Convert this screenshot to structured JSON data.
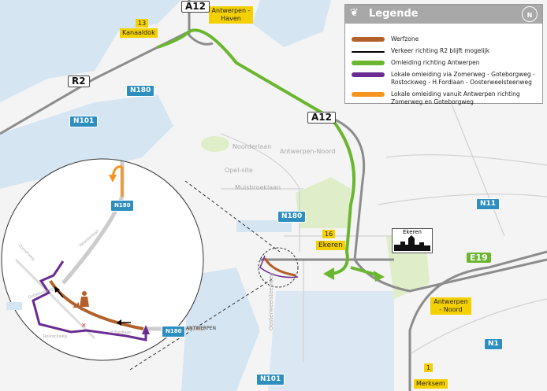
{
  "legend": {
    "title": "Legende",
    "north": "N",
    "items": [
      {
        "label": "Werfzone",
        "color": "#b5602b"
      },
      {
        "label": "Verkeer richting R2 blijft mogelijk",
        "color": "#000000"
      },
      {
        "label": "Omleiding richting Antwerpen",
        "color": "#6ab72f"
      },
      {
        "label": "Lokale omleiding via Zomerweg - Goteborgweg - Rostockweg - H.Fordlaan - Oosterweelsteenweg",
        "color": "#6a2c91"
      },
      {
        "label": "Lokale omleiding vanuit Antwerpen richting Zomerweg en Goteborgweg",
        "color": "#f7941d"
      }
    ]
  },
  "exits": {
    "kanaaldok_num": "13",
    "kanaaldok": "Kanaaldok",
    "haven": "Antwerpen - Haven",
    "ekeren_num": "16",
    "ekeren": "Ekeren",
    "noord": "Antwerpen - Noord",
    "merksem_num": "1",
    "merksem": "Merksem"
  },
  "shields": {
    "a12_top": "A12",
    "a12_mid": "A12",
    "r2": "R2",
    "n180_a": "N180",
    "n180_b": "N180",
    "n101_a": "N101",
    "n101_b": "N101",
    "n11": "N11",
    "n1": "N1",
    "e19": "E19",
    "inset_n180_a": "N180",
    "inset_n180_b": "N180"
  },
  "streets": {
    "noorderlaan": "Noorderlaan",
    "station": "Antwerpen-Noord",
    "opel": "Opel-site",
    "muisbroeklaan": "Muisbroeklaan",
    "oosterweel": "Oosterweelsteenweg",
    "inset_antwerpen": "ANTWERPEN",
    "inset_fordlaan": "H.Fordlaan",
    "inset_noorderlaan": "Noorderlaan",
    "inset_zomerweg": "Zomerweg",
    "inset_rostockweg": "Rostockweg",
    "inset_goteborgweg": "Goteborgweg"
  },
  "sign": {
    "town": "Ekeren"
  },
  "colors": {
    "water": "#d5e5f2",
    "park": "#dfeec8",
    "werfzone": "#b5602b",
    "green": "#6ab72f",
    "purple": "#6a2c91",
    "orange": "#f7941d"
  }
}
